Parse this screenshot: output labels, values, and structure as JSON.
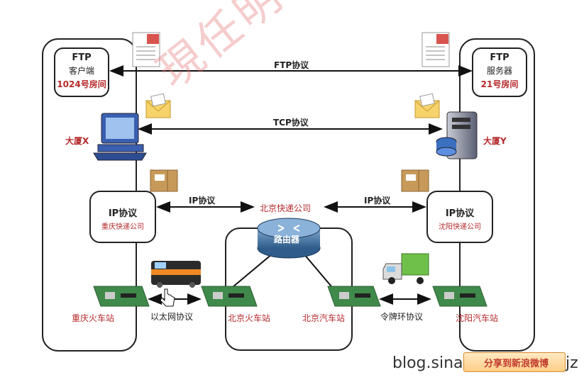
{
  "watermark": "現任明教教主",
  "ftp_client": {
    "title": "FTP",
    "sub": "客户端",
    "room": "1024号房间"
  },
  "ftp_server": {
    "title": "FTP",
    "sub": "服务器",
    "room": "21号房间"
  },
  "ftp_protocol": "FTP协议",
  "tcp_protocol": "TCP协议",
  "building_x": "大厦X",
  "building_y": "大厦Y",
  "ip_left": {
    "title": "IP协议",
    "sub": "重庆快递公司"
  },
  "ip_right": {
    "title": "IP协议",
    "sub": "沈阳快递公司"
  },
  "ip_protocol_left": "IP协议",
  "ip_protocol_right": "IP协议",
  "beijing_express": "北京快递公司",
  "router": "路由器",
  "stations": {
    "chongqing_train": "重庆火车站",
    "beijing_train": "北京火车站",
    "beijing_bus": "北京汽车站",
    "shenyang_bus": "沈阳汽车站"
  },
  "ethernet_protocol": "以太网协议",
  "token_ring_protocol": "令牌环协议",
  "footer": {
    "left": "blog.sina",
    "share": "分享到新浪微博",
    "right": "jz"
  },
  "colors": {
    "accent_red": "#b5292a",
    "router_blue": "#3f6e9c"
  }
}
